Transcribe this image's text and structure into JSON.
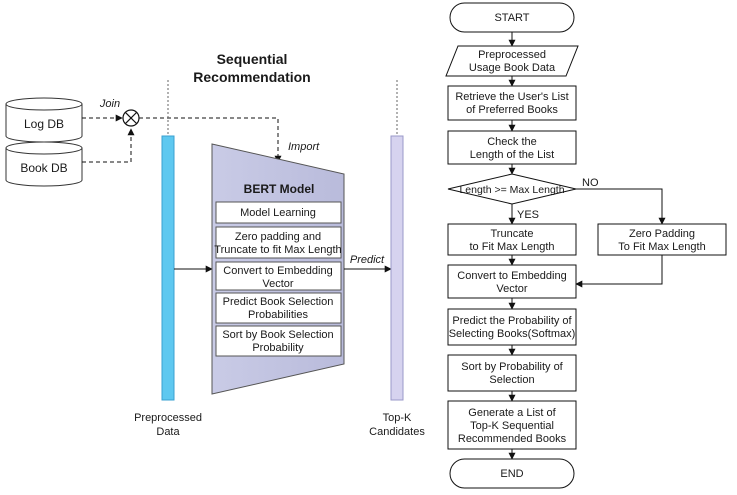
{
  "left": {
    "title_lines": [
      "Sequential",
      "Recommendation"
    ],
    "log_db": "Log DB",
    "book_db": "Book DB",
    "join": "Join",
    "import": "Import",
    "predict": "Predict",
    "bert_title": "BERT Model",
    "bert_steps": [
      [
        "Model Learning"
      ],
      [
        "Zero padding  and",
        "Truncate to fit Max Length"
      ],
      [
        "Convert to Embedding",
        "Vector"
      ],
      [
        "Predict Book Selection",
        "Probabilities"
      ],
      [
        "Sort by Book Selection",
        "Probability"
      ]
    ],
    "preprocessed_lines": [
      "Preprocessed",
      "Data"
    ],
    "topk_lines": [
      "Top-K",
      "Candidates"
    ]
  },
  "flow": {
    "start": "START",
    "data_lines": [
      "Preprocessed",
      "Usage Book Data"
    ],
    "retrieve_lines": [
      "Retrieve the User's List",
      "of Preferred Books"
    ],
    "check_lines": [
      "Check the",
      "Length of the List"
    ],
    "decision": "Length >= Max Length",
    "yes": "YES",
    "no": "NO",
    "truncate_lines": [
      "Truncate",
      "to Fit Max Length"
    ],
    "zero_lines": [
      "Zero Padding",
      "To Fit Max Length"
    ],
    "embed_lines": [
      "Convert to Embedding",
      "Vector"
    ],
    "predict_lines": [
      "Predict the Probability of",
      "Selecting Books(Softmax)"
    ],
    "sort_lines": [
      "Sort by Probability of",
      "Selection"
    ],
    "generate_lines": [
      "Generate a List of",
      "Top-K Sequential",
      "Recommended Books"
    ],
    "end": "END"
  }
}
